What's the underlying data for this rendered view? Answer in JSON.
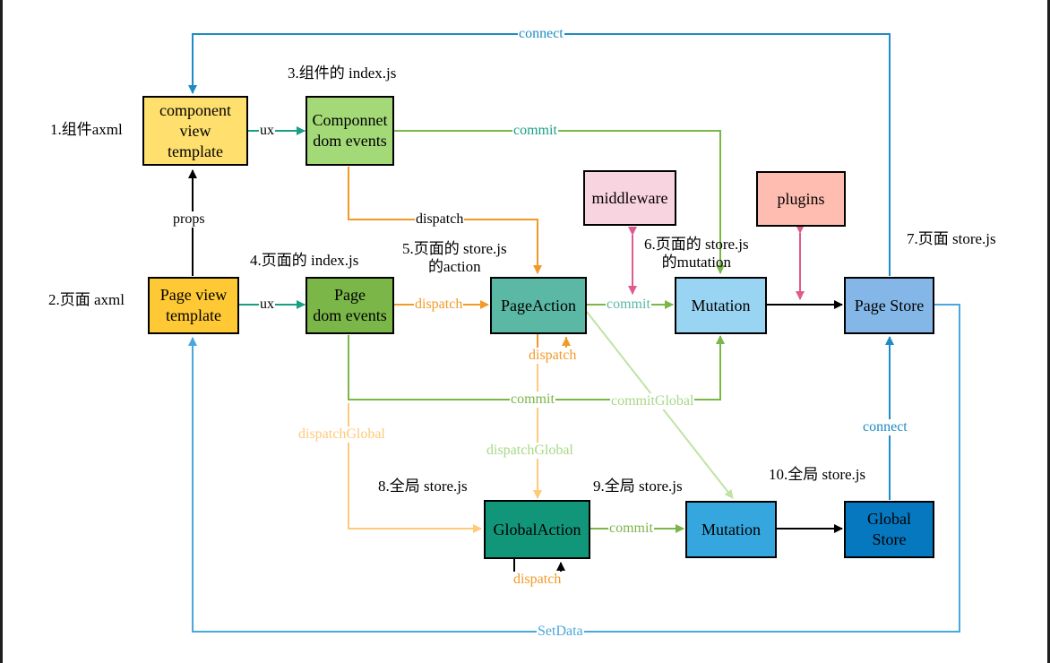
{
  "nodes": {
    "component_view_template": "component\nview\ntemplate",
    "componnet_dom_events": "Componnet\ndom events",
    "page_view_template": "Page view\ntemplate",
    "page_dom_events": "Page\ndom events",
    "page_action": "PageAction",
    "middleware": "middleware",
    "plugins": "plugins",
    "mutation_page": "Mutation",
    "page_store": "Page Store",
    "global_action": "GlobalAction",
    "mutation_global": "Mutation",
    "global_store": "Global\nStore"
  },
  "labels": {
    "l1": "1.组件axml",
    "l2": "2.页面 axml",
    "l3": "3.组件的 index.js",
    "l4": "4.页面的 index.js",
    "l5": "5.页面的 store.js\n的action",
    "l6": "6.页面的 store.js\n的mutation",
    "l7": "7.页面 store.js",
    "l8": "8.全局 store.js",
    "l9": "9.全局 store.js",
    "l10": "10.全局 store.js"
  },
  "edges": {
    "connect_top": "connect",
    "ux_top": "ux",
    "commit_top": "commit",
    "props": "props",
    "dispatch_comp": "dispatch",
    "ux_bottom": "ux",
    "dispatch_page": "dispatch",
    "commit_page": "commit",
    "dispatch_self": "dispatch",
    "commit_mid": "commit",
    "commit_global_mid": "commitGlobal",
    "dispatch_global_left": "dispatchGlobal",
    "dispatch_global_mid": "dispatchGlobal",
    "connect_global": "connect",
    "commit_global": "commit",
    "dispatch_bottom": "dispatch",
    "setdata": "SetData"
  },
  "colors": {
    "yellow_light": "#FFE06E",
    "yellow": "#FFC935",
    "green_light": "#A3D977",
    "green": "#7AB648",
    "teal": "#5BB8A4",
    "teal_dark": "#12967A",
    "pink": "#F8D3E0",
    "salmon": "#FFBCB0",
    "blue_light": "#99D4F3",
    "blue_mid": "#84B7E7",
    "blue": "#35A6DE",
    "blue_dark": "#0678BF",
    "edge_teal": "#1A9F86",
    "edge_blue": "#1E8CC4",
    "edge_orange": "#F19A28",
    "edge_orange_light": "#FFC97A",
    "edge_green": "#7AB648",
    "edge_green_light": "#BFE3A3",
    "edge_pink": "#DE5B8E",
    "edge_sky": "#48A8DC"
  }
}
